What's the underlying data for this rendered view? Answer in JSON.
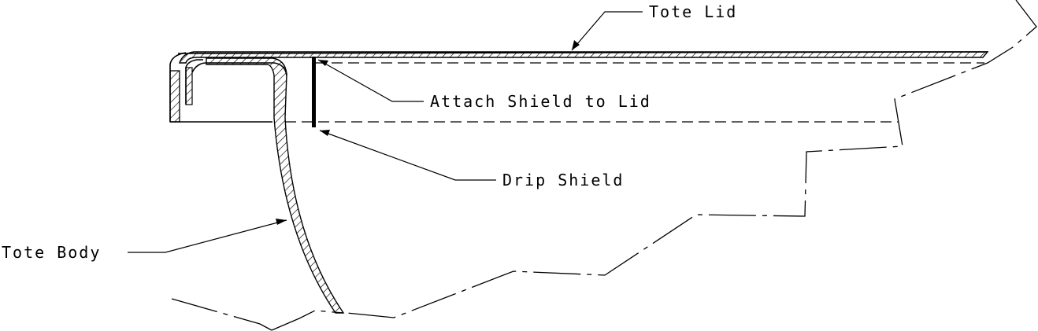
{
  "labels": {
    "tote_lid": "Tote Lid",
    "attach_shield": "Attach Shield to Lid",
    "drip_shield": "Drip Shield",
    "tote_body": "Tote Body"
  },
  "colors": {
    "line": "#000000",
    "background": "#ffffff"
  }
}
